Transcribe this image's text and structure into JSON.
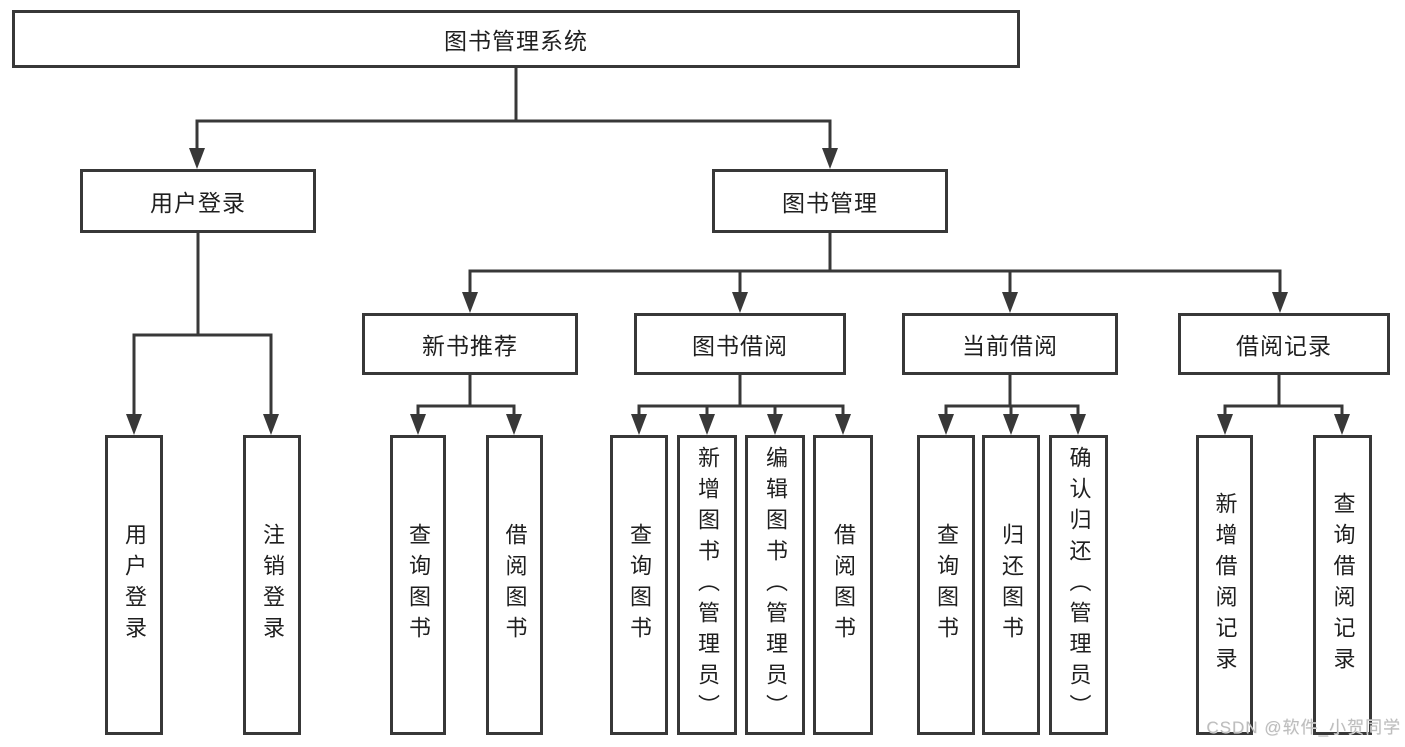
{
  "diagram_title": "图书管理系统",
  "tree": {
    "label": "图书管理系统",
    "children": [
      {
        "label": "用户登录",
        "children": [
          {
            "label": "用户登录"
          },
          {
            "label": "注销登录"
          }
        ]
      },
      {
        "label": "图书管理",
        "children": [
          {
            "label": "新书推荐",
            "children": [
              {
                "label": "查询图书"
              },
              {
                "label": "借阅图书"
              }
            ]
          },
          {
            "label": "图书借阅",
            "children": [
              {
                "label": "查询图书"
              },
              {
                "label": "新增图书（管理员）"
              },
              {
                "label": "编辑图书（管理员）"
              },
              {
                "label": "借阅图书"
              }
            ]
          },
          {
            "label": "当前借阅",
            "children": [
              {
                "label": "查询图书"
              },
              {
                "label": "归还图书"
              },
              {
                "label": "确认归还（管理员）"
              }
            ]
          },
          {
            "label": "借阅记录",
            "children": [
              {
                "label": "新增借阅记录"
              },
              {
                "label": "查询借阅记录"
              }
            ]
          }
        ]
      }
    ]
  },
  "watermark": {
    "text": "CSDN @软件_小贺同学"
  },
  "colors": {
    "line": "#383838",
    "box_border": "#383838",
    "box_fill": "#ffffff",
    "text": "#1f1f1f",
    "watermark": "#bdbdbd",
    "background": "#ffffff"
  }
}
